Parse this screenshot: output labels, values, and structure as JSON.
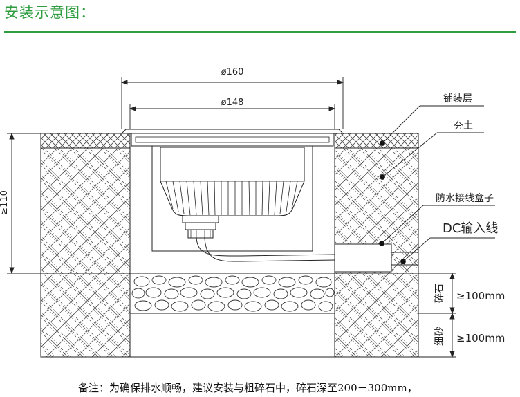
{
  "title": "安装示意图：",
  "dimensions": {
    "d160": "ø160",
    "d148": "ø148",
    "depth": "≥110",
    "gravel": "≥100mm",
    "sand": "≥100mm"
  },
  "labels": {
    "paving": "铺装层",
    "soil": "夯土",
    "junction_box": "防水接线盒子",
    "dc_cable": "DC输入线",
    "gravel": "碎石",
    "sand": "细砂"
  },
  "note": "备注：为确保排水顺畅，建议安装与粗碎石中，碎石深至200－300mm，",
  "colors": {
    "accent": "#2e9c3f",
    "line": "#222222"
  }
}
